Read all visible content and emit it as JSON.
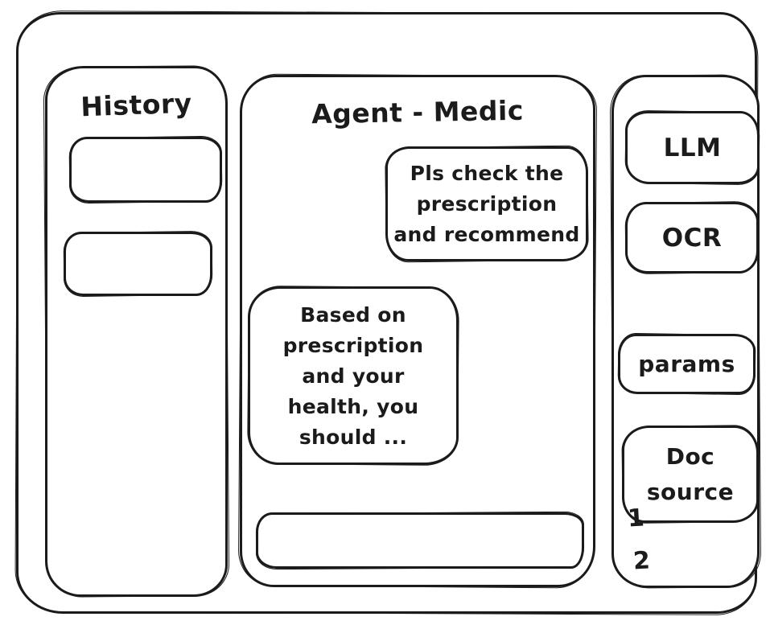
{
  "colors": {
    "ink": "#1b1b1b",
    "background": "#ffffff"
  },
  "history_panel": {
    "title": "History",
    "item_count": 2
  },
  "chat_panel": {
    "title": "Agent - Medic",
    "messages": [
      {
        "role": "user",
        "text": "Pls check the\nprescription\nand recommend"
      },
      {
        "role": "assistant",
        "text": "Based on\nprescription\nand your\nhealth, you\nshould ..."
      }
    ],
    "input": {
      "value": ""
    }
  },
  "tools_panel": {
    "buttons": [
      {
        "label": "LLM"
      },
      {
        "label": "OCR"
      },
      {
        "label": "params"
      },
      {
        "label": "Doc\nsource"
      }
    ],
    "doc_source_items": [
      "1",
      "2"
    ]
  }
}
